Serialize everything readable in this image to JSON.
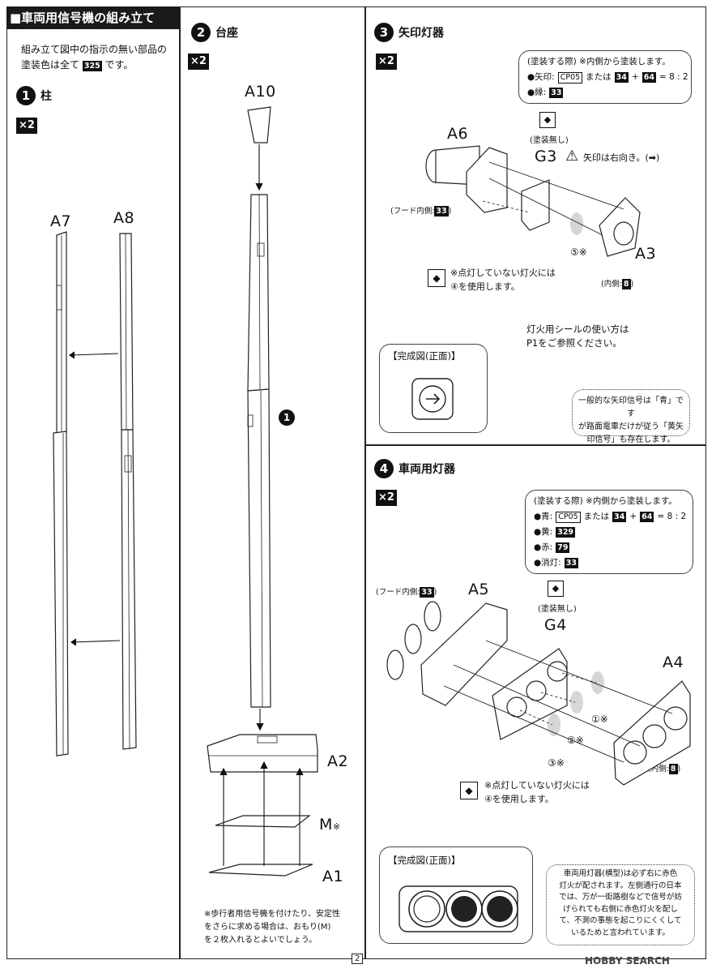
{
  "header": {
    "title": "■車両用信号機の組み立て"
  },
  "intro": {
    "line1": "組み立て図中の指示の無い部品の",
    "line2_pre": "塗装色は全て",
    "line2_chip": "325",
    "line2_post": "です。"
  },
  "step1": {
    "num": "1",
    "title": "柱",
    "qty": "×2",
    "parts": {
      "a7": "A7",
      "a8": "A8"
    }
  },
  "step2": {
    "num": "2",
    "title": "台座",
    "qty": "×2",
    "parts": {
      "a10": "A10",
      "ref1": "1",
      "a2": "A2",
      "m": "M",
      "m_mark": "※",
      "a1": "A1"
    },
    "note": [
      "※歩行者用信号機を付けたり、安定性",
      "をさらに求める場合は、おもり(M)",
      "を２枚入れるとよいでしょう。"
    ]
  },
  "step3": {
    "num": "3",
    "title": "矢印灯器",
    "qty": "×2",
    "paint": {
      "head": "(塗装する際) ※内側から塗装します。",
      "arrow_label": "●矢印:",
      "arrow_chip_o": "CP05",
      "or": "または",
      "chip_a": "34",
      "plus": "+",
      "chip_b": "64",
      "ratio": "= 8 : 2",
      "edge_label": "●縁:",
      "edge_chip": "33"
    },
    "no_paint": "(塗装無し)",
    "g3": "G3",
    "warning": "矢印は右向き。(➡)",
    "a6": "A6",
    "hood_pre": "(フード内側:",
    "hood_chip": "33",
    "hood_post": ")",
    "mark5": "⑤※",
    "a3": "A3",
    "inner_pre": "(内側:",
    "inner_chip": "8",
    "inner_post": ")",
    "unlit": [
      "※点灯していない灯火には",
      "④を使用します。"
    ],
    "seal": [
      "灯火用シールの使い方は",
      "P1をご参照ください。"
    ],
    "complete": "【完成図(正面)】",
    "info": [
      "一般的な矢印信号は「青」です",
      "が路面電車だけが従う「黄矢",
      "印信号」も存在します。"
    ]
  },
  "step4": {
    "num": "4",
    "title": "車両用灯器",
    "qty": "×2",
    "paint": {
      "head": "(塗装する際) ※内側から塗装します。",
      "blue_label": "●青:",
      "blue_chip_o": "CP05",
      "or": "または",
      "chip_a": "34",
      "plus": "+",
      "chip_b": "64",
      "ratio": "= 8 : 2",
      "yellow_label": "●黄:",
      "yellow_chip": "329",
      "red_label": "●赤:",
      "red_chip": "79",
      "off_label": "●消灯:",
      "off_chip": "33"
    },
    "hood_pre": "(フード内側:",
    "hood_chip": "33",
    "hood_post": ")",
    "a5": "A5",
    "no_paint": "(塗装無し)",
    "g4": "G4",
    "a4": "A4",
    "m1": "①※",
    "m2": "②※",
    "m3": "③※",
    "inner_pre": "(内側:",
    "inner_chip": "8",
    "inner_post": ")",
    "unlit": [
      "※点灯していない灯火には",
      "④を使用します。"
    ],
    "complete": "【完成図(正面)】",
    "info": [
      "車両用灯器(横型)は必ず右に赤色",
      "灯火が配されます。左側通行の日本",
      "では、万が一街路樹などで信号が妨",
      "げられても右側に赤色灯火を配し",
      "て、不測の事態を起こりにくくして",
      "いるためと言われています。"
    ]
  },
  "footer": {
    "page": "2",
    "watermark": "HOBBY SEARCH"
  }
}
